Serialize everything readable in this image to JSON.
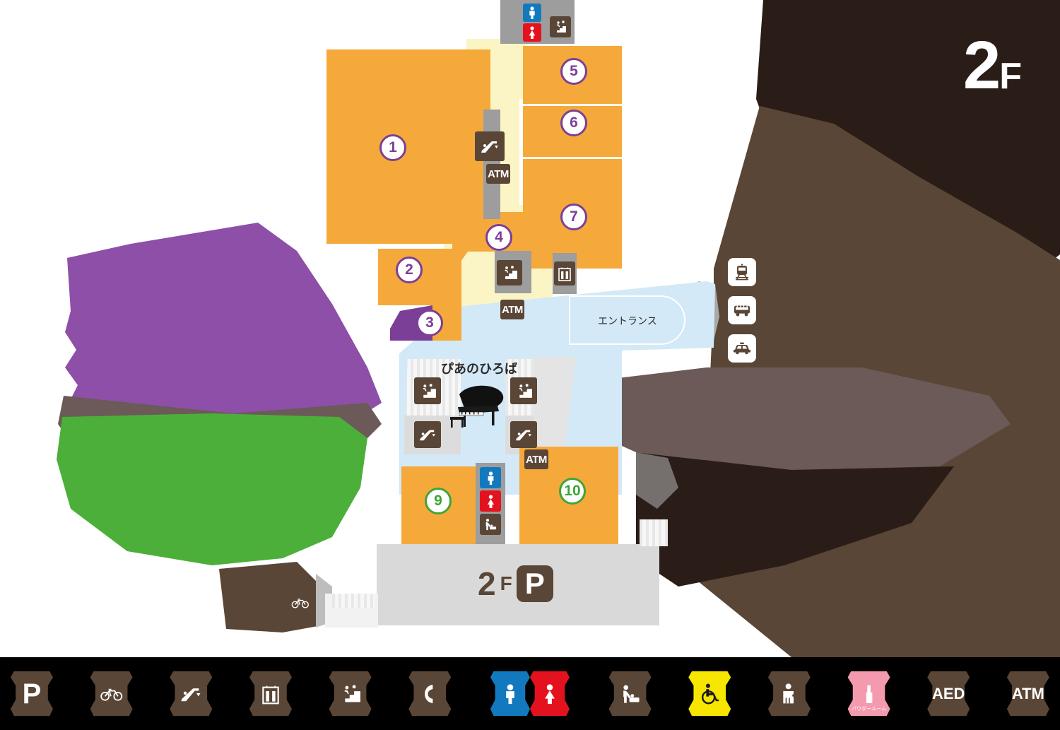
{
  "floor": {
    "number": "2",
    "suffix": "F"
  },
  "map": {
    "plaza_label": "ぴあのひろば",
    "entrance_label": "エントランス",
    "parking_label": {
      "number": "2",
      "suffix": "F",
      "icon": "P"
    },
    "atm_label": "ATM"
  },
  "shops": [
    {
      "id": "1",
      "number": "1",
      "color_style": "purple"
    },
    {
      "id": "2",
      "number": "2",
      "color_style": "purple"
    },
    {
      "id": "3",
      "number": "3",
      "color_style": "purple"
    },
    {
      "id": "4",
      "number": "4",
      "color_style": "purple"
    },
    {
      "id": "5",
      "number": "5",
      "color_style": "purple"
    },
    {
      "id": "6",
      "number": "6",
      "color_style": "purple"
    },
    {
      "id": "7",
      "number": "7",
      "color_style": "purple"
    },
    {
      "id": "9",
      "number": "9",
      "color_style": "green"
    },
    {
      "id": "10",
      "number": "10",
      "color_style": "green"
    }
  ],
  "transport_icons": [
    {
      "name": "train-icon"
    },
    {
      "name": "bus-icon"
    },
    {
      "name": "taxi-icon"
    }
  ],
  "legend": [
    {
      "name": "parking-icon",
      "label": "P",
      "style": "brown"
    },
    {
      "name": "bicycle-parking-icon",
      "label": "",
      "style": "brown"
    },
    {
      "name": "escalator-icon",
      "label": "",
      "style": "brown"
    },
    {
      "name": "elevator-icon",
      "label": "",
      "style": "brown"
    },
    {
      "name": "stairs-icon",
      "label": "",
      "style": "brown"
    },
    {
      "name": "telephone-icon",
      "label": "",
      "style": "brown"
    },
    {
      "name": "restroom-men-icon",
      "label": "",
      "style": "blue"
    },
    {
      "name": "restroom-women-icon",
      "label": "",
      "style": "red"
    },
    {
      "name": "baby-changing-icon",
      "label": "",
      "style": "brown"
    },
    {
      "name": "wheelchair-icon",
      "label": "",
      "style": "yellow"
    },
    {
      "name": "nursing-room-icon",
      "label": "",
      "style": "brown"
    },
    {
      "name": "powder-room-icon",
      "label": "パウダールーム",
      "style": "pink"
    },
    {
      "name": "aed-icon",
      "label": "AED",
      "style": "brown"
    },
    {
      "name": "atm-icon",
      "label": "ATM",
      "style": "brown"
    }
  ],
  "colors": {
    "shop": "#F5A93A",
    "corridor": "#FBF5C6",
    "plaza": "#D3E9F7",
    "marker_purple": "#7B3F98",
    "marker_green": "#3FA535",
    "brown": "#5A4636",
    "zone_purple": "#8E4FA8",
    "zone_green": "#4CAF3A",
    "zone_mauve": "#6B5A57",
    "zone_darkbrown": "#2A1D17"
  }
}
